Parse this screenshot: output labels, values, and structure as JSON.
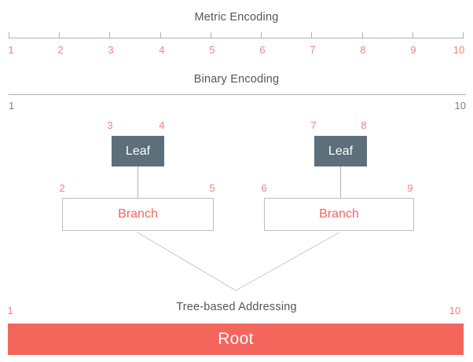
{
  "metric_encoding": {
    "title": "Metric Encoding",
    "tick_labels": [
      "1",
      "2",
      "3",
      "4",
      "5",
      "6",
      "7",
      "8",
      "9",
      "10"
    ]
  },
  "binary_encoding": {
    "title": "Binary Encoding",
    "start_label": "1",
    "end_label": "10"
  },
  "tree": {
    "leaf_1": {
      "label": "Leaf",
      "range_start": "3",
      "range_end": "4"
    },
    "leaf_2": {
      "label": "Leaf",
      "range_start": "7",
      "range_end": "8"
    },
    "branch_1": {
      "label": "Branch",
      "range_start": "2",
      "range_end": "5"
    },
    "branch_2": {
      "label": "Branch",
      "range_start": "6",
      "range_end": "9"
    },
    "addressing_title": "Tree-based Addressing",
    "root": {
      "label": "Root",
      "range_start": "1",
      "range_end": "10"
    }
  },
  "colors": {
    "accent_salmon": "#f4655c",
    "accent_salmon_light": "#f5817a",
    "leaf_slate": "#5c6f7a",
    "title_gray": "#565656",
    "label_gray": "#7e7e7e",
    "line_gray": "#b2b2b2",
    "box_border_gray": "#bdbdbd",
    "diag_gray": "#c6c6c6"
  }
}
